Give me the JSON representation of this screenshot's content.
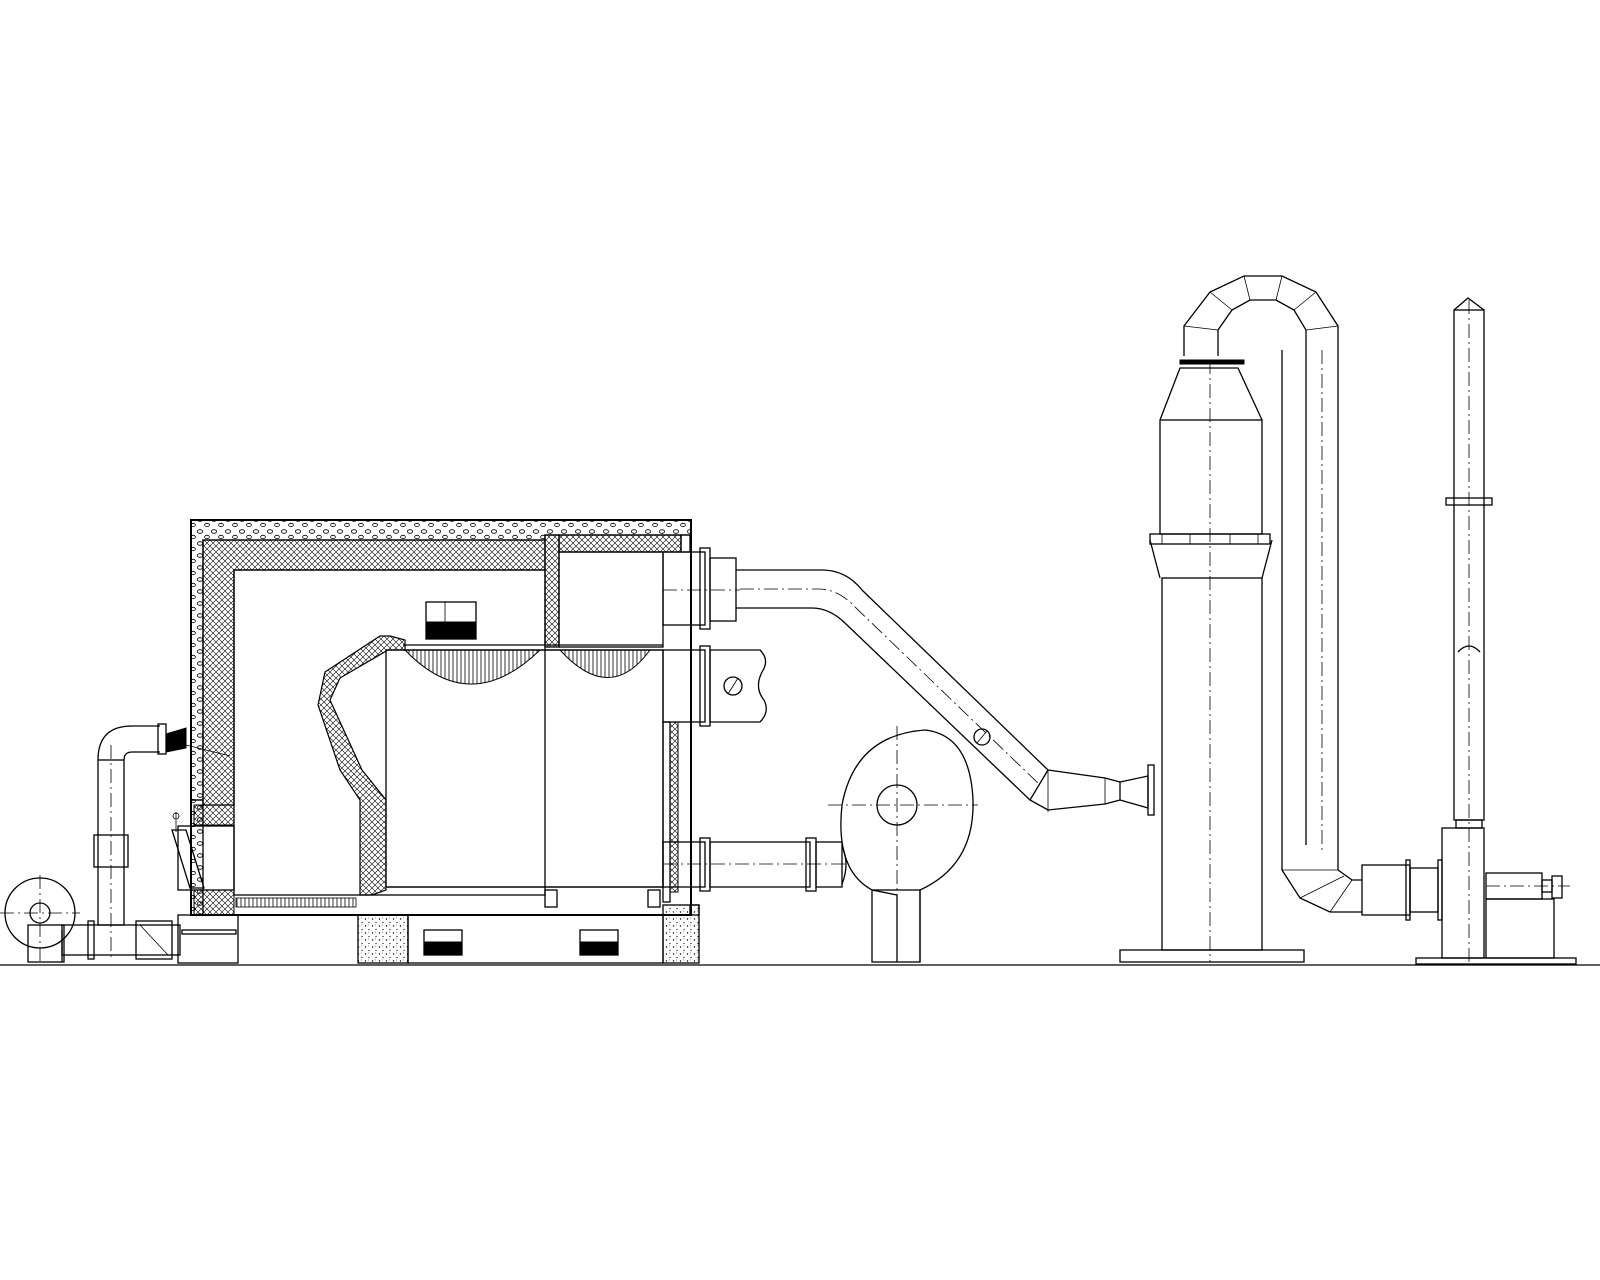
{
  "drawing": {
    "kind": "boiler plant elevation line drawing",
    "colors": {
      "line": "#000000",
      "background": "#ffffff"
    },
    "components": [
      "boiler-casing",
      "forced-draft-fan",
      "induced-draft-fan",
      "flue-duct",
      "dust-collector-tower",
      "gooseneck-duct",
      "chimney-stack",
      "blower-unit",
      "foundations"
    ]
  }
}
